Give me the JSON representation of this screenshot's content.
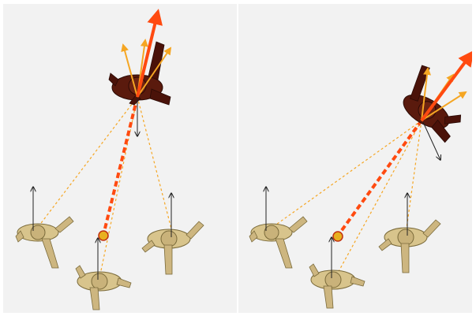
{
  "figure": {
    "panels": [
      {
        "id": "left",
        "background": "#f2f2f2",
        "leader_color": "#5a1a0d",
        "follower_color": "#d8c48c",
        "arrow_orange": "#f5a623",
        "arrow_red": "#ff4a10",
        "line_dashed_red": "#ff4a10",
        "line_dotted": "#f5a623",
        "target_marker": "orange-circle"
      },
      {
        "id": "right",
        "background": "#f2f2f2",
        "leader_color": "#5a1a0d",
        "follower_color": "#d8c48c",
        "arrow_orange": "#f5a623",
        "arrow_red": "#ff4a10",
        "line_dashed_red": "#ff4a10",
        "line_dotted": "#f5a623",
        "target_marker": "orange-circle"
      }
    ]
  }
}
